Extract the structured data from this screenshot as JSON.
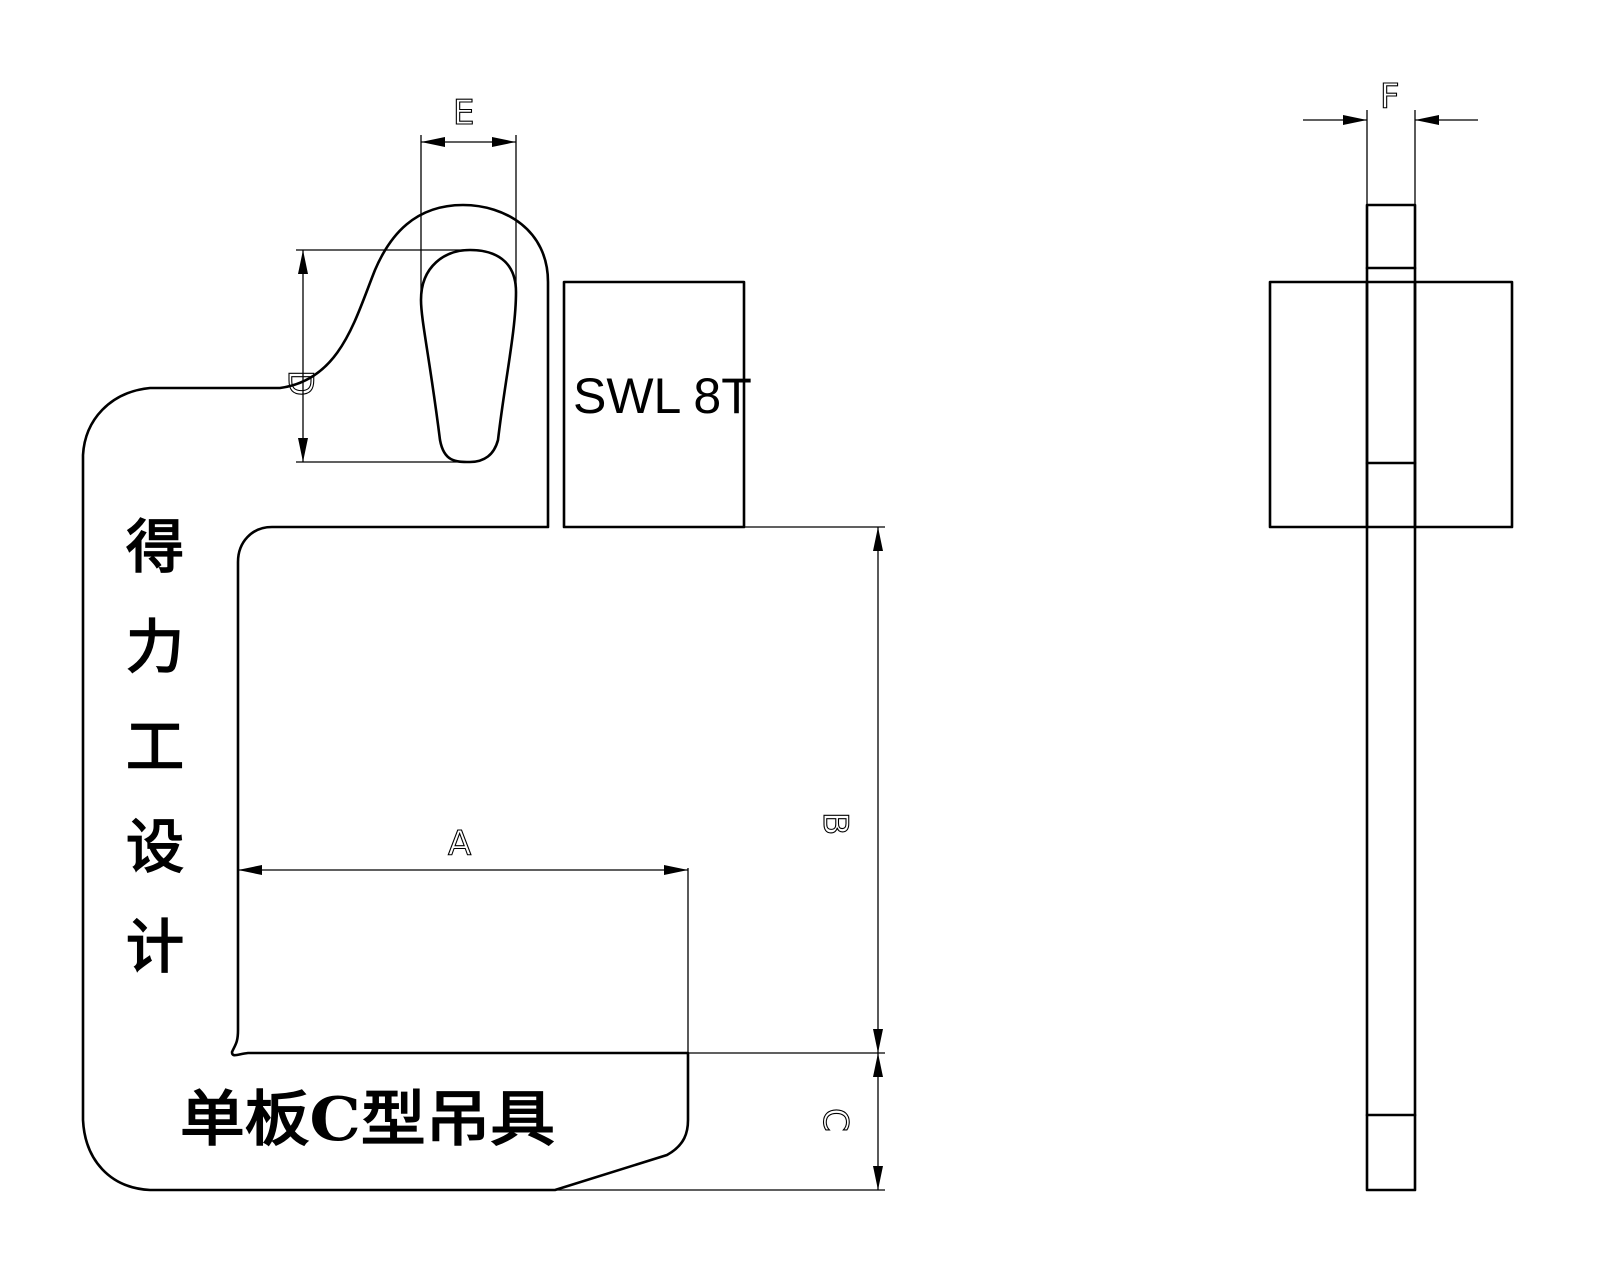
{
  "dimensions": {
    "a": "A",
    "b": "B",
    "c": "C",
    "d": "D",
    "e": "E",
    "f": "F"
  },
  "capacity_label": "SWL 8T",
  "vertical_text": [
    "得",
    "力",
    "工",
    "设",
    "计"
  ],
  "bottom_title": "单板C型吊具",
  "colors": {
    "line": "#000000",
    "background": "#ffffff"
  }
}
